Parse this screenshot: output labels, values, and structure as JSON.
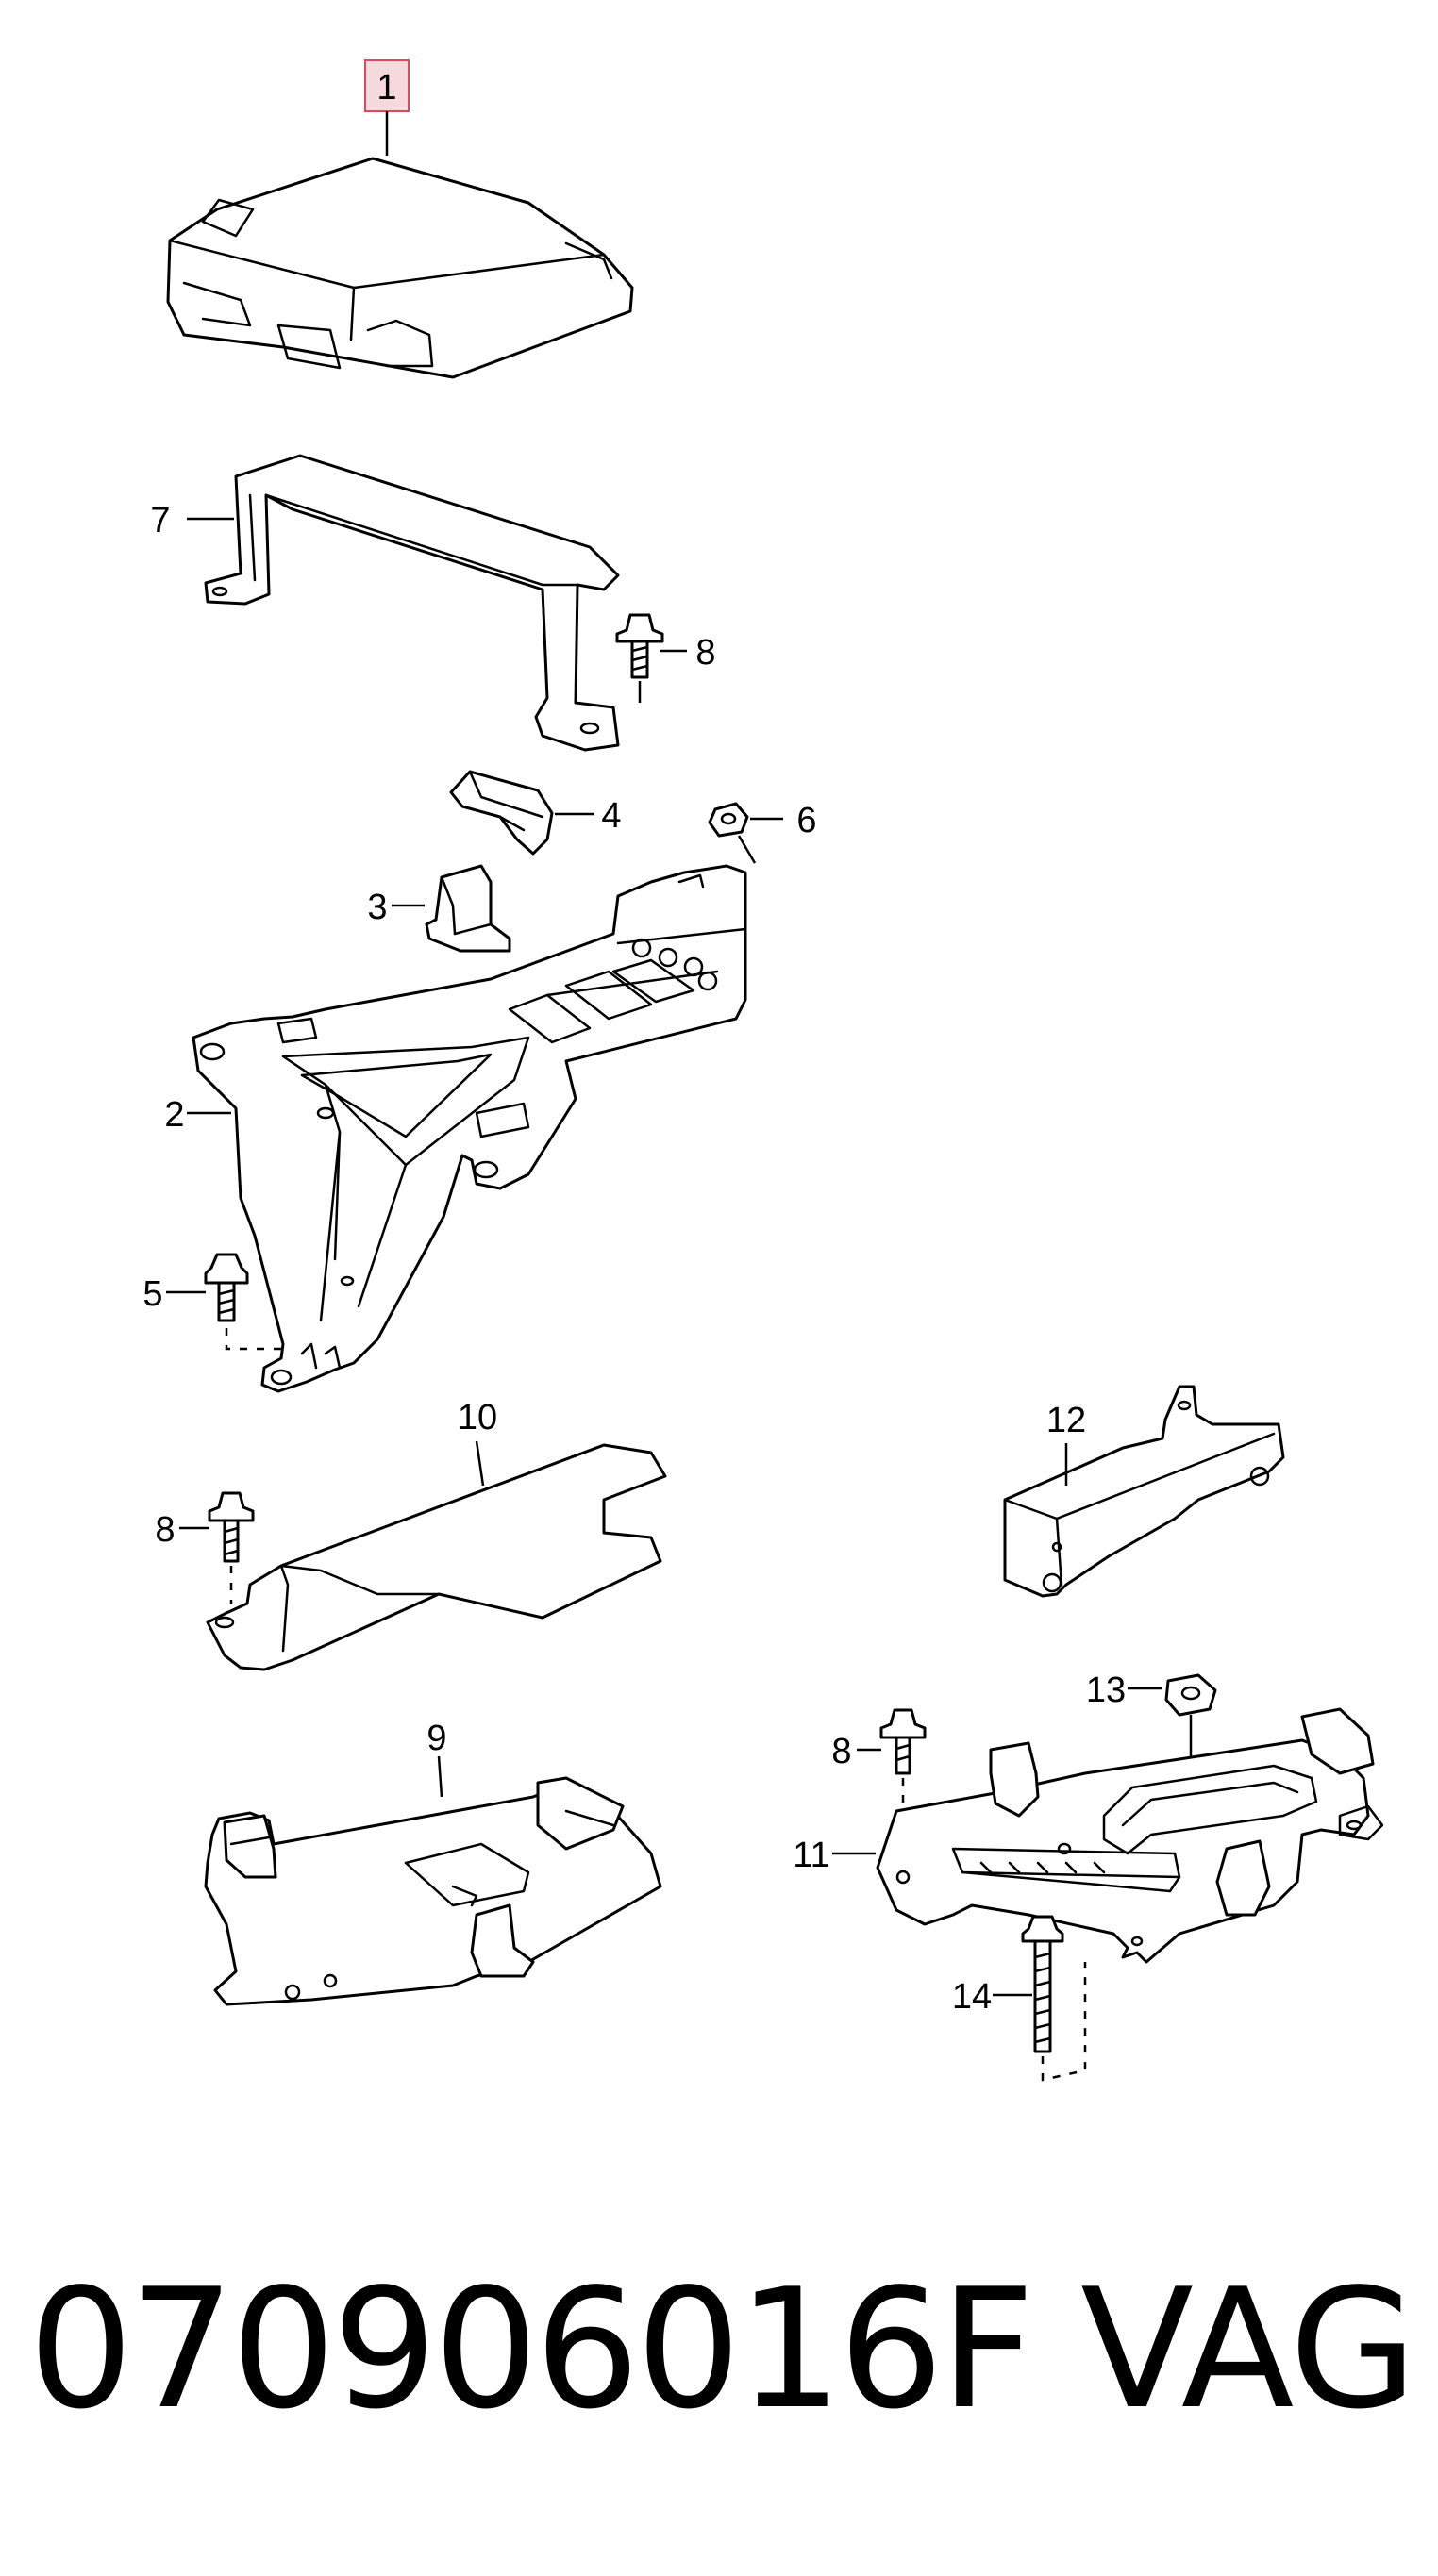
{
  "callouts": {
    "c1": "1",
    "c2": "2",
    "c3": "3",
    "c4": "4",
    "c5": "5",
    "c6": "6",
    "c7": "7",
    "c8a": "8",
    "c8b": "8",
    "c8c": "8",
    "c9": "9",
    "c10": "10",
    "c11": "11",
    "c12": "12",
    "c13": "13",
    "c14": "14"
  },
  "highlighted_callout": "1",
  "footer": {
    "part_number": "070906016F",
    "brand": "VAG"
  }
}
